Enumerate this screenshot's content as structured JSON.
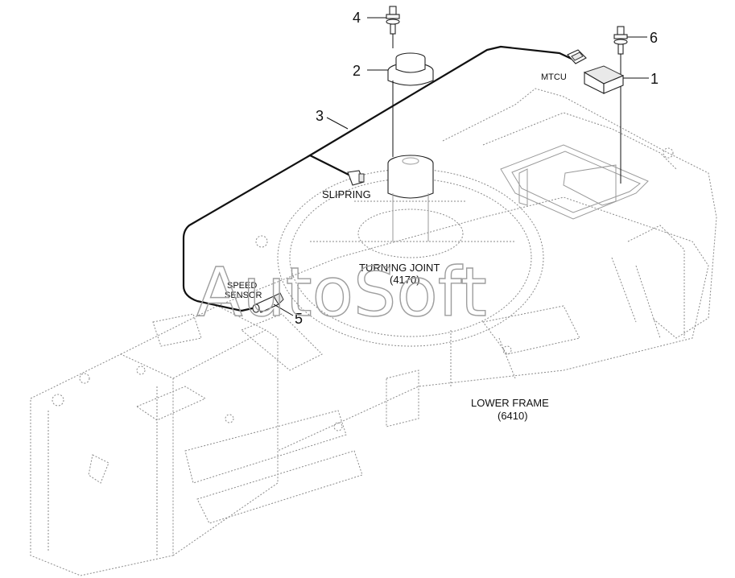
{
  "callouts": {
    "c1": "1",
    "c2": "2",
    "c3": "3",
    "c4": "4",
    "c5": "5",
    "c6": "6"
  },
  "labels": {
    "mtcu": "MTCU",
    "slipring": "SLIPRING",
    "speed_sensor_line1": "SPEED",
    "speed_sensor_line2": "SENSOR",
    "turning_joint_line1": "TURNING JOINT",
    "turning_joint_line2": "(4170)",
    "lower_frame_line1": "LOWER FRAME",
    "lower_frame_line2": "(6410)"
  },
  "watermark": "AutoSoft"
}
